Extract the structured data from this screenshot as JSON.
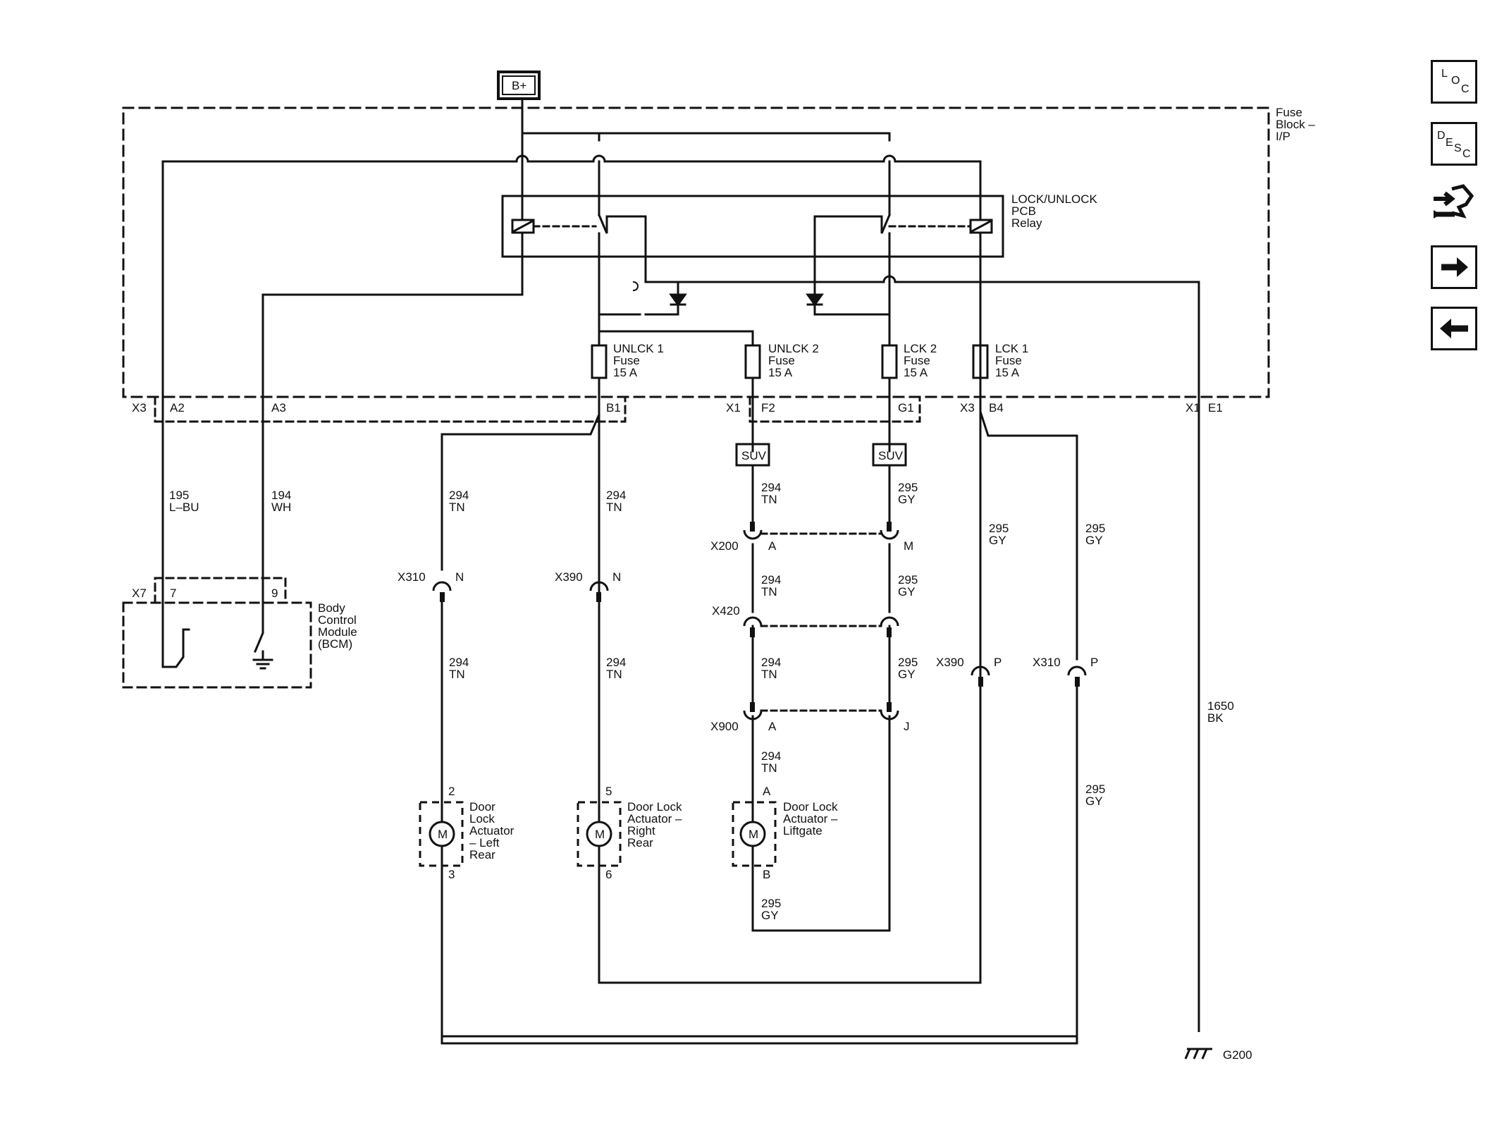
{
  "power": {
    "bplus": "B+"
  },
  "fuse_block": {
    "title_lines": [
      "Fuse",
      "Block –",
      "I/P"
    ]
  },
  "relay": {
    "title_lines": [
      "LOCK/UNLOCK",
      "PCB",
      "Relay"
    ]
  },
  "fuses": [
    {
      "lines": [
        "UNLCK 1",
        "Fuse",
        "15 A"
      ]
    },
    {
      "lines": [
        "UNLCK 2",
        "Fuse",
        "15 A"
      ]
    },
    {
      "lines": [
        "LCK 2",
        "Fuse",
        "15 A"
      ]
    },
    {
      "lines": [
        "LCK 1",
        "Fuse",
        "15 A"
      ]
    }
  ],
  "connectors": {
    "x3_left": "X3",
    "a2": "A2",
    "a3": "A3",
    "b1": "B1",
    "x1_mid": "X1",
    "f2": "F2",
    "g1": "G1",
    "x3_right": "X3",
    "b4": "B4",
    "x1_right": "X1",
    "e1": "E1",
    "x7": "X7",
    "pin7": "7",
    "pin9": "9"
  },
  "suv_tags": [
    "SUV",
    "SUV"
  ],
  "wires": {
    "w195": [
      "195",
      "L–BU"
    ],
    "w194": [
      "194",
      "WH"
    ],
    "w1650": [
      "1650",
      "BK"
    ],
    "tn": [
      "294",
      "TN"
    ],
    "gy": [
      "295",
      "GY"
    ]
  },
  "bcm": {
    "lines": [
      "Body",
      "Control",
      "Module",
      "(BCM)"
    ]
  },
  "inline_connectors": {
    "x310_n": "X310",
    "n1": "N",
    "x390_n": "X390",
    "n2": "N",
    "x200": "X200",
    "x200_a": "A",
    "x200_m": "M",
    "x420": "X420",
    "x900": "X900",
    "x900_a": "A",
    "x900_j": "J",
    "x390_p": "X390",
    "p1": "P",
    "x310_p": "X310",
    "p2": "P"
  },
  "actuators": [
    {
      "lines": [
        "Door",
        "Lock",
        "Actuator",
        "– Left",
        "Rear"
      ],
      "pin_top": "2",
      "pin_bottom": "3",
      "symbol": "M"
    },
    {
      "lines": [
        "Door Lock",
        "Actuator –",
        "Right",
        "Rear"
      ],
      "pin_top": "5",
      "pin_bottom": "6",
      "symbol": "M"
    },
    {
      "lines": [
        "Door Lock",
        "Actuator –",
        "Liftgate"
      ],
      "pin_top": "A",
      "pin_bottom": "B",
      "symbol": "M"
    }
  ],
  "ground": {
    "label": "G200"
  },
  "nav": {
    "loc": {
      "big": "L",
      "sub1": "O",
      "sub2": "C"
    },
    "desc": {
      "big": "D",
      "sub1": "E",
      "sub2": "S",
      "sub3": "C"
    },
    "icons": [
      "connector-face-icon",
      "arrow-right-icon",
      "arrow-left-icon"
    ]
  }
}
